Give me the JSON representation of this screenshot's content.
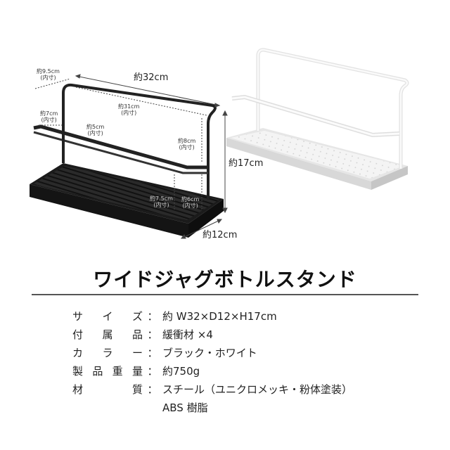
{
  "illustration": {
    "black_stand_labels": {
      "depth_top": {
        "value": "約9.5cm",
        "note": "(内寸)"
      },
      "width_total": "約32cm",
      "inner_width": {
        "value": "約31cm",
        "note": "(内寸)"
      },
      "front_depth": {
        "value": "約7cm",
        "note": "(内寸)"
      },
      "rail_gap": {
        "value": "約5cm",
        "note": "(内寸)"
      },
      "upper_height": {
        "value": "約8cm",
        "note": "(内寸)"
      },
      "lower_height_a": {
        "value": "約7.5cm",
        "note": "(内寸)"
      },
      "lower_height_b": {
        "value": "約6cm",
        "note": "(内寸)"
      },
      "depth_total": "約12cm"
    },
    "height_total": "約17cm",
    "colors": {
      "black_model": "#1c1c1c",
      "white_model": "#f2f2f2"
    }
  },
  "product": {
    "title": "ワイドジャグボトルスタンド"
  },
  "specs": [
    {
      "key_chars": [
        "サ",
        "イ",
        "ズ"
      ],
      "value": "約 W32×D12×H17cm"
    },
    {
      "key_chars": [
        "付",
        "属",
        "品"
      ],
      "value": "緩衝材 ×4"
    },
    {
      "key_chars": [
        "カ",
        "ラ",
        "ー"
      ],
      "value": "ブラック・ホワイト"
    },
    {
      "key_chars": [
        "製",
        "品",
        "重",
        "量"
      ],
      "value": "約750g"
    },
    {
      "key_chars": [
        "材",
        "質"
      ],
      "value": "スチール（ユニクロメッキ・粉体塗装）"
    },
    {
      "key_chars": [
        ""
      ],
      "value": "ABS 樹脂"
    }
  ],
  "colon": "："
}
